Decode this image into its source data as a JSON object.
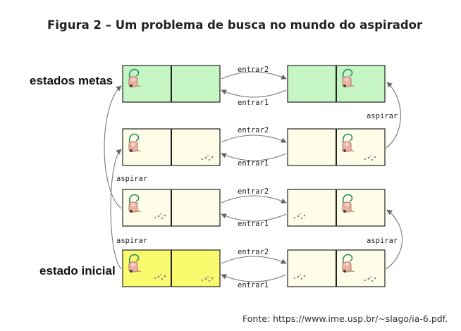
{
  "title": "Figura 2 – Um problema de busca no mundo do aspirador",
  "labels": {
    "goal_states": "estados metas",
    "initial_state": "estado inicial"
  },
  "actions": {
    "enter2": "entrar2",
    "enter1": "entrar1",
    "suck": "aspirar"
  },
  "source": "Fonte: https://www.ime.usp.br/~slago/ia-6.pdf.",
  "colors": {
    "goal_fill": "#c6f5c4",
    "state_fill": "#fdfde8",
    "initial_fill": "#fafa6e",
    "arrow": "#777777"
  }
}
